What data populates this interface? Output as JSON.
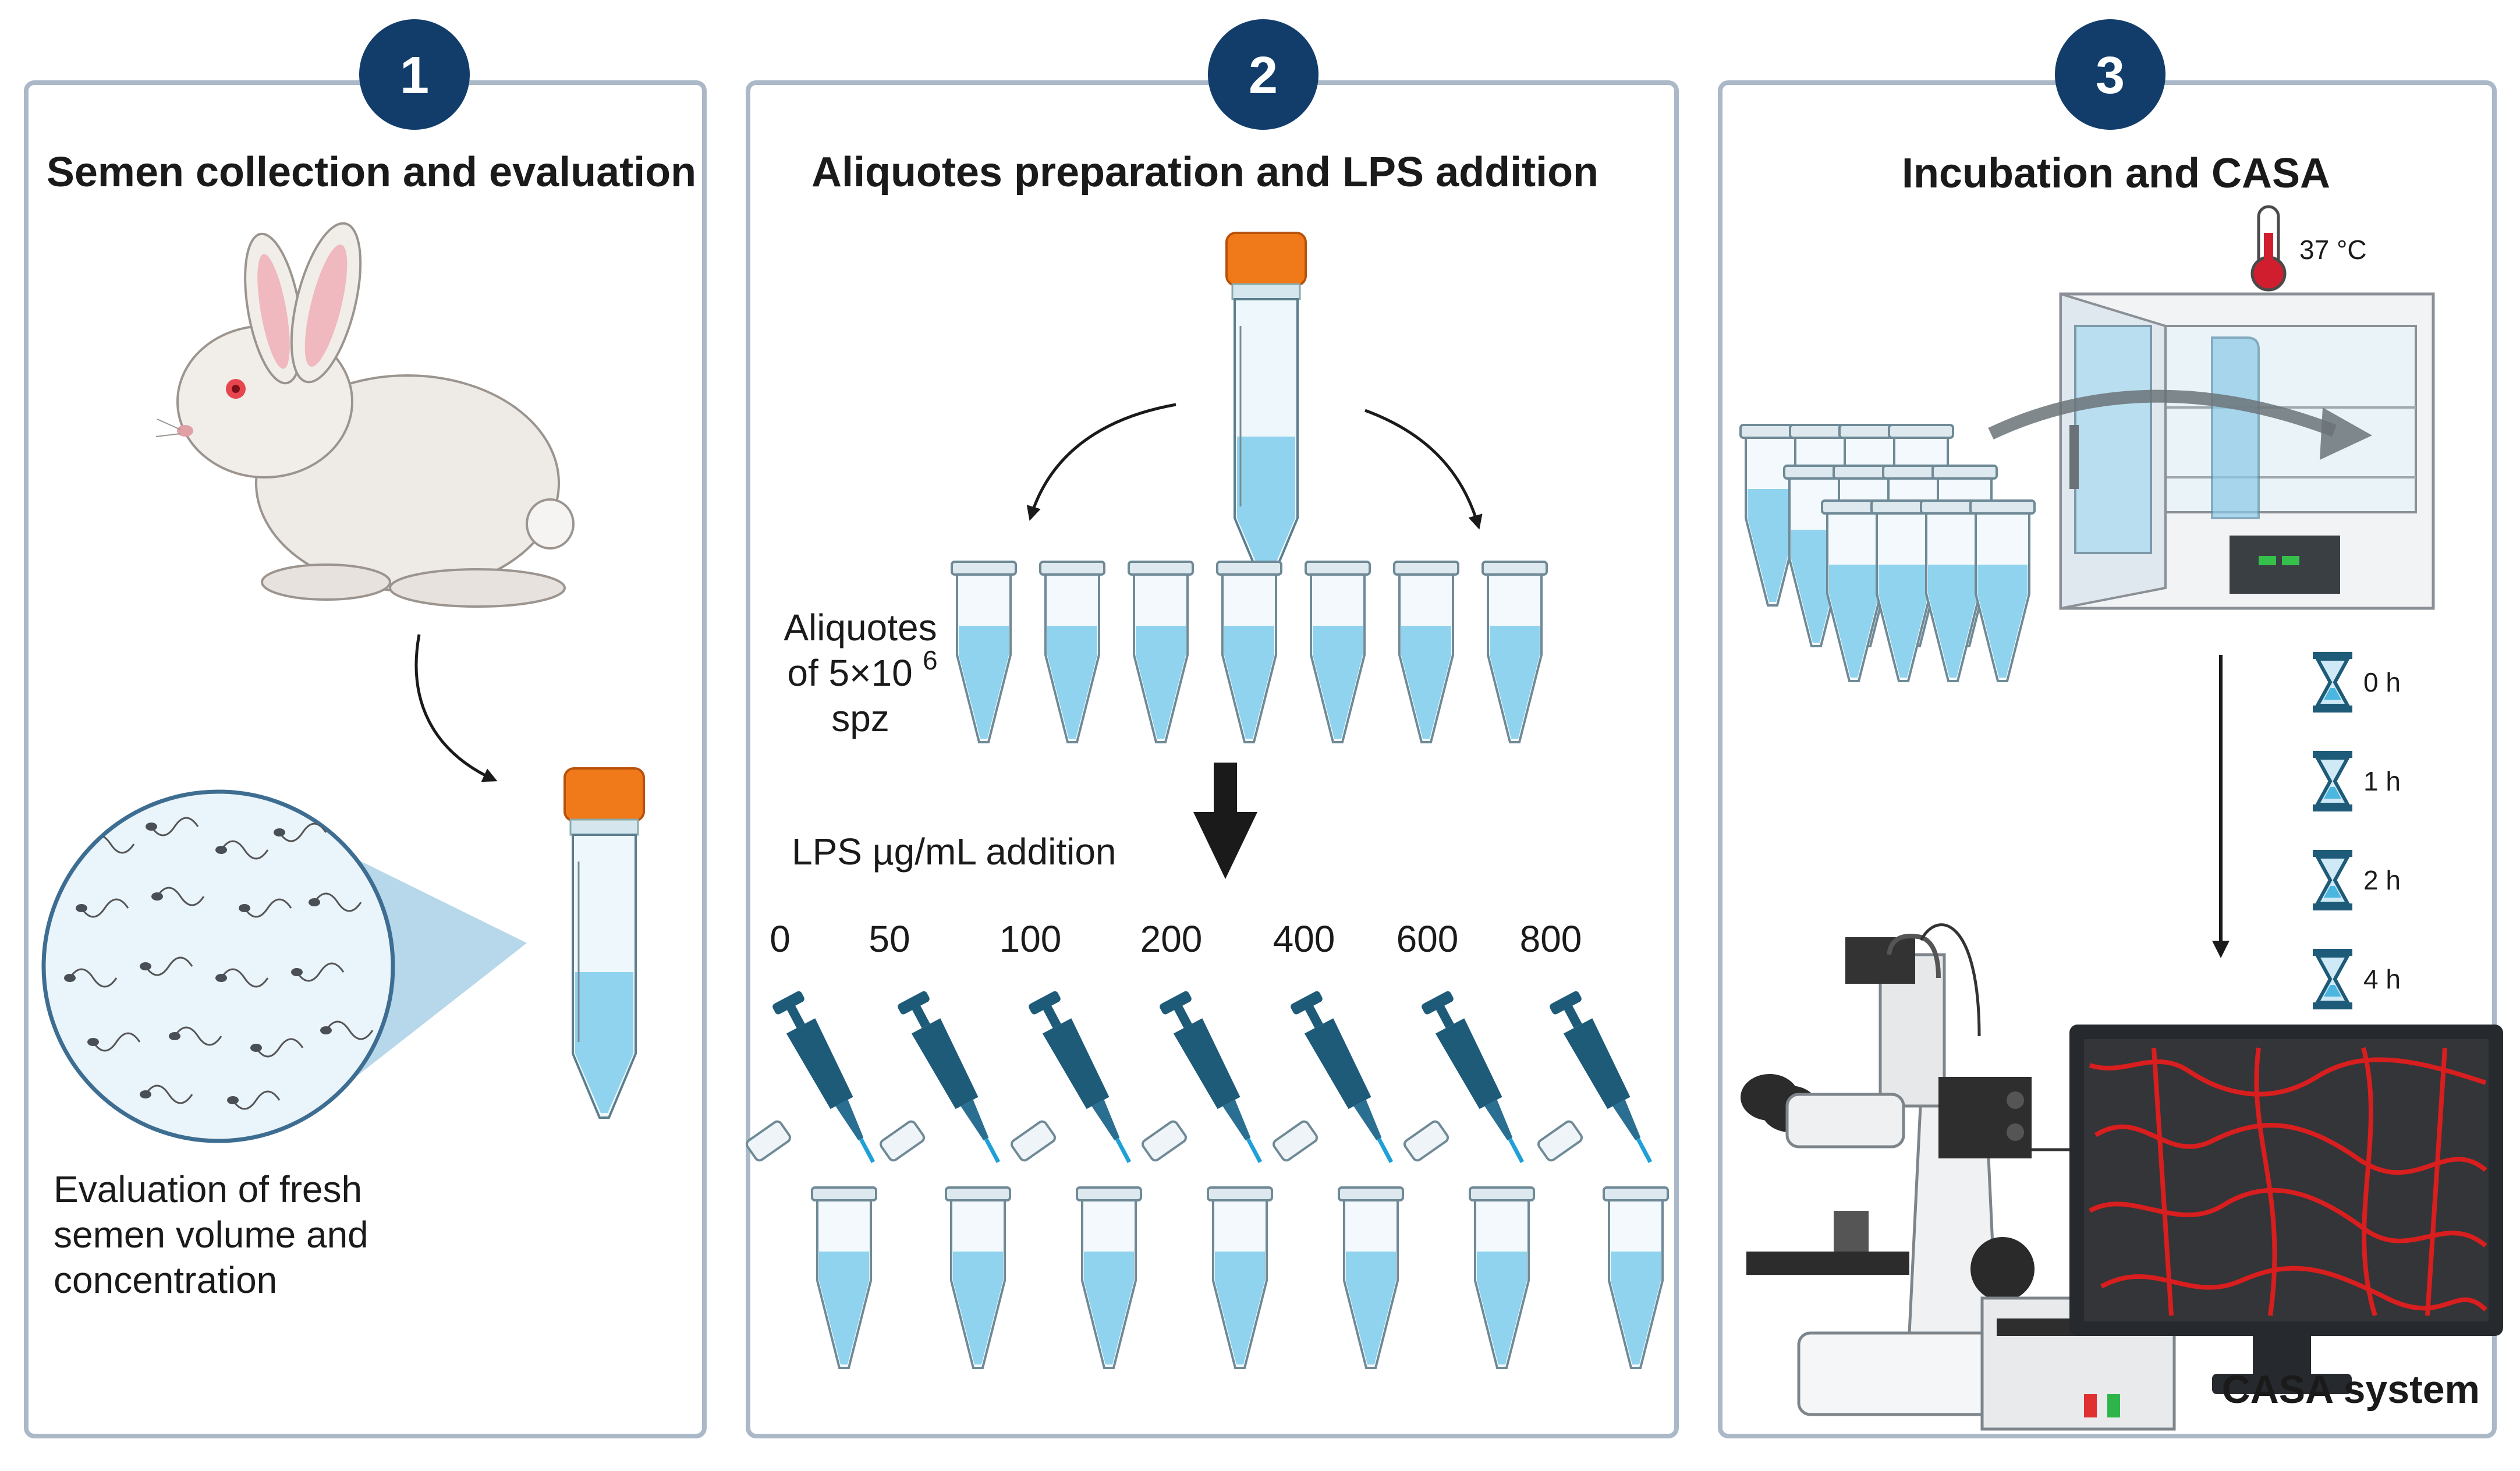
{
  "panels": [
    {
      "number": "1",
      "title": "Semen collection and evaluation"
    },
    {
      "number": "2",
      "title": "Aliquotes preparation and LPS addition"
    },
    {
      "number": "3",
      "title": "Incubation and CASA"
    }
  ],
  "panel1": {
    "evaluation_line1": "Evaluation of fresh",
    "evaluation_line2": "semen volume and",
    "evaluation_line3": "concentration"
  },
  "panel2": {
    "aliquotes_line1": "Aliquotes",
    "aliquotes_line2": "of 5×10",
    "aliquotes_exp": "6",
    "aliquotes_line3": "spz",
    "lps_label": "LPS µg/mL addition",
    "doses": [
      "0",
      "50",
      "100",
      "200",
      "400",
      "600",
      "800"
    ]
  },
  "panel3": {
    "temperature": "37 °C",
    "times": [
      "0 h",
      "1 h",
      "2 h",
      "4 h"
    ],
    "casa_label": "CASA system"
  },
  "colors": {
    "badge": "#123d6b",
    "panel_border": "#aab8c8",
    "tube_cap": "#f07a1a",
    "liquid": "#8fd3ef",
    "pipette": "#1e5b78",
    "screen_tracks": "#d81e1e"
  }
}
